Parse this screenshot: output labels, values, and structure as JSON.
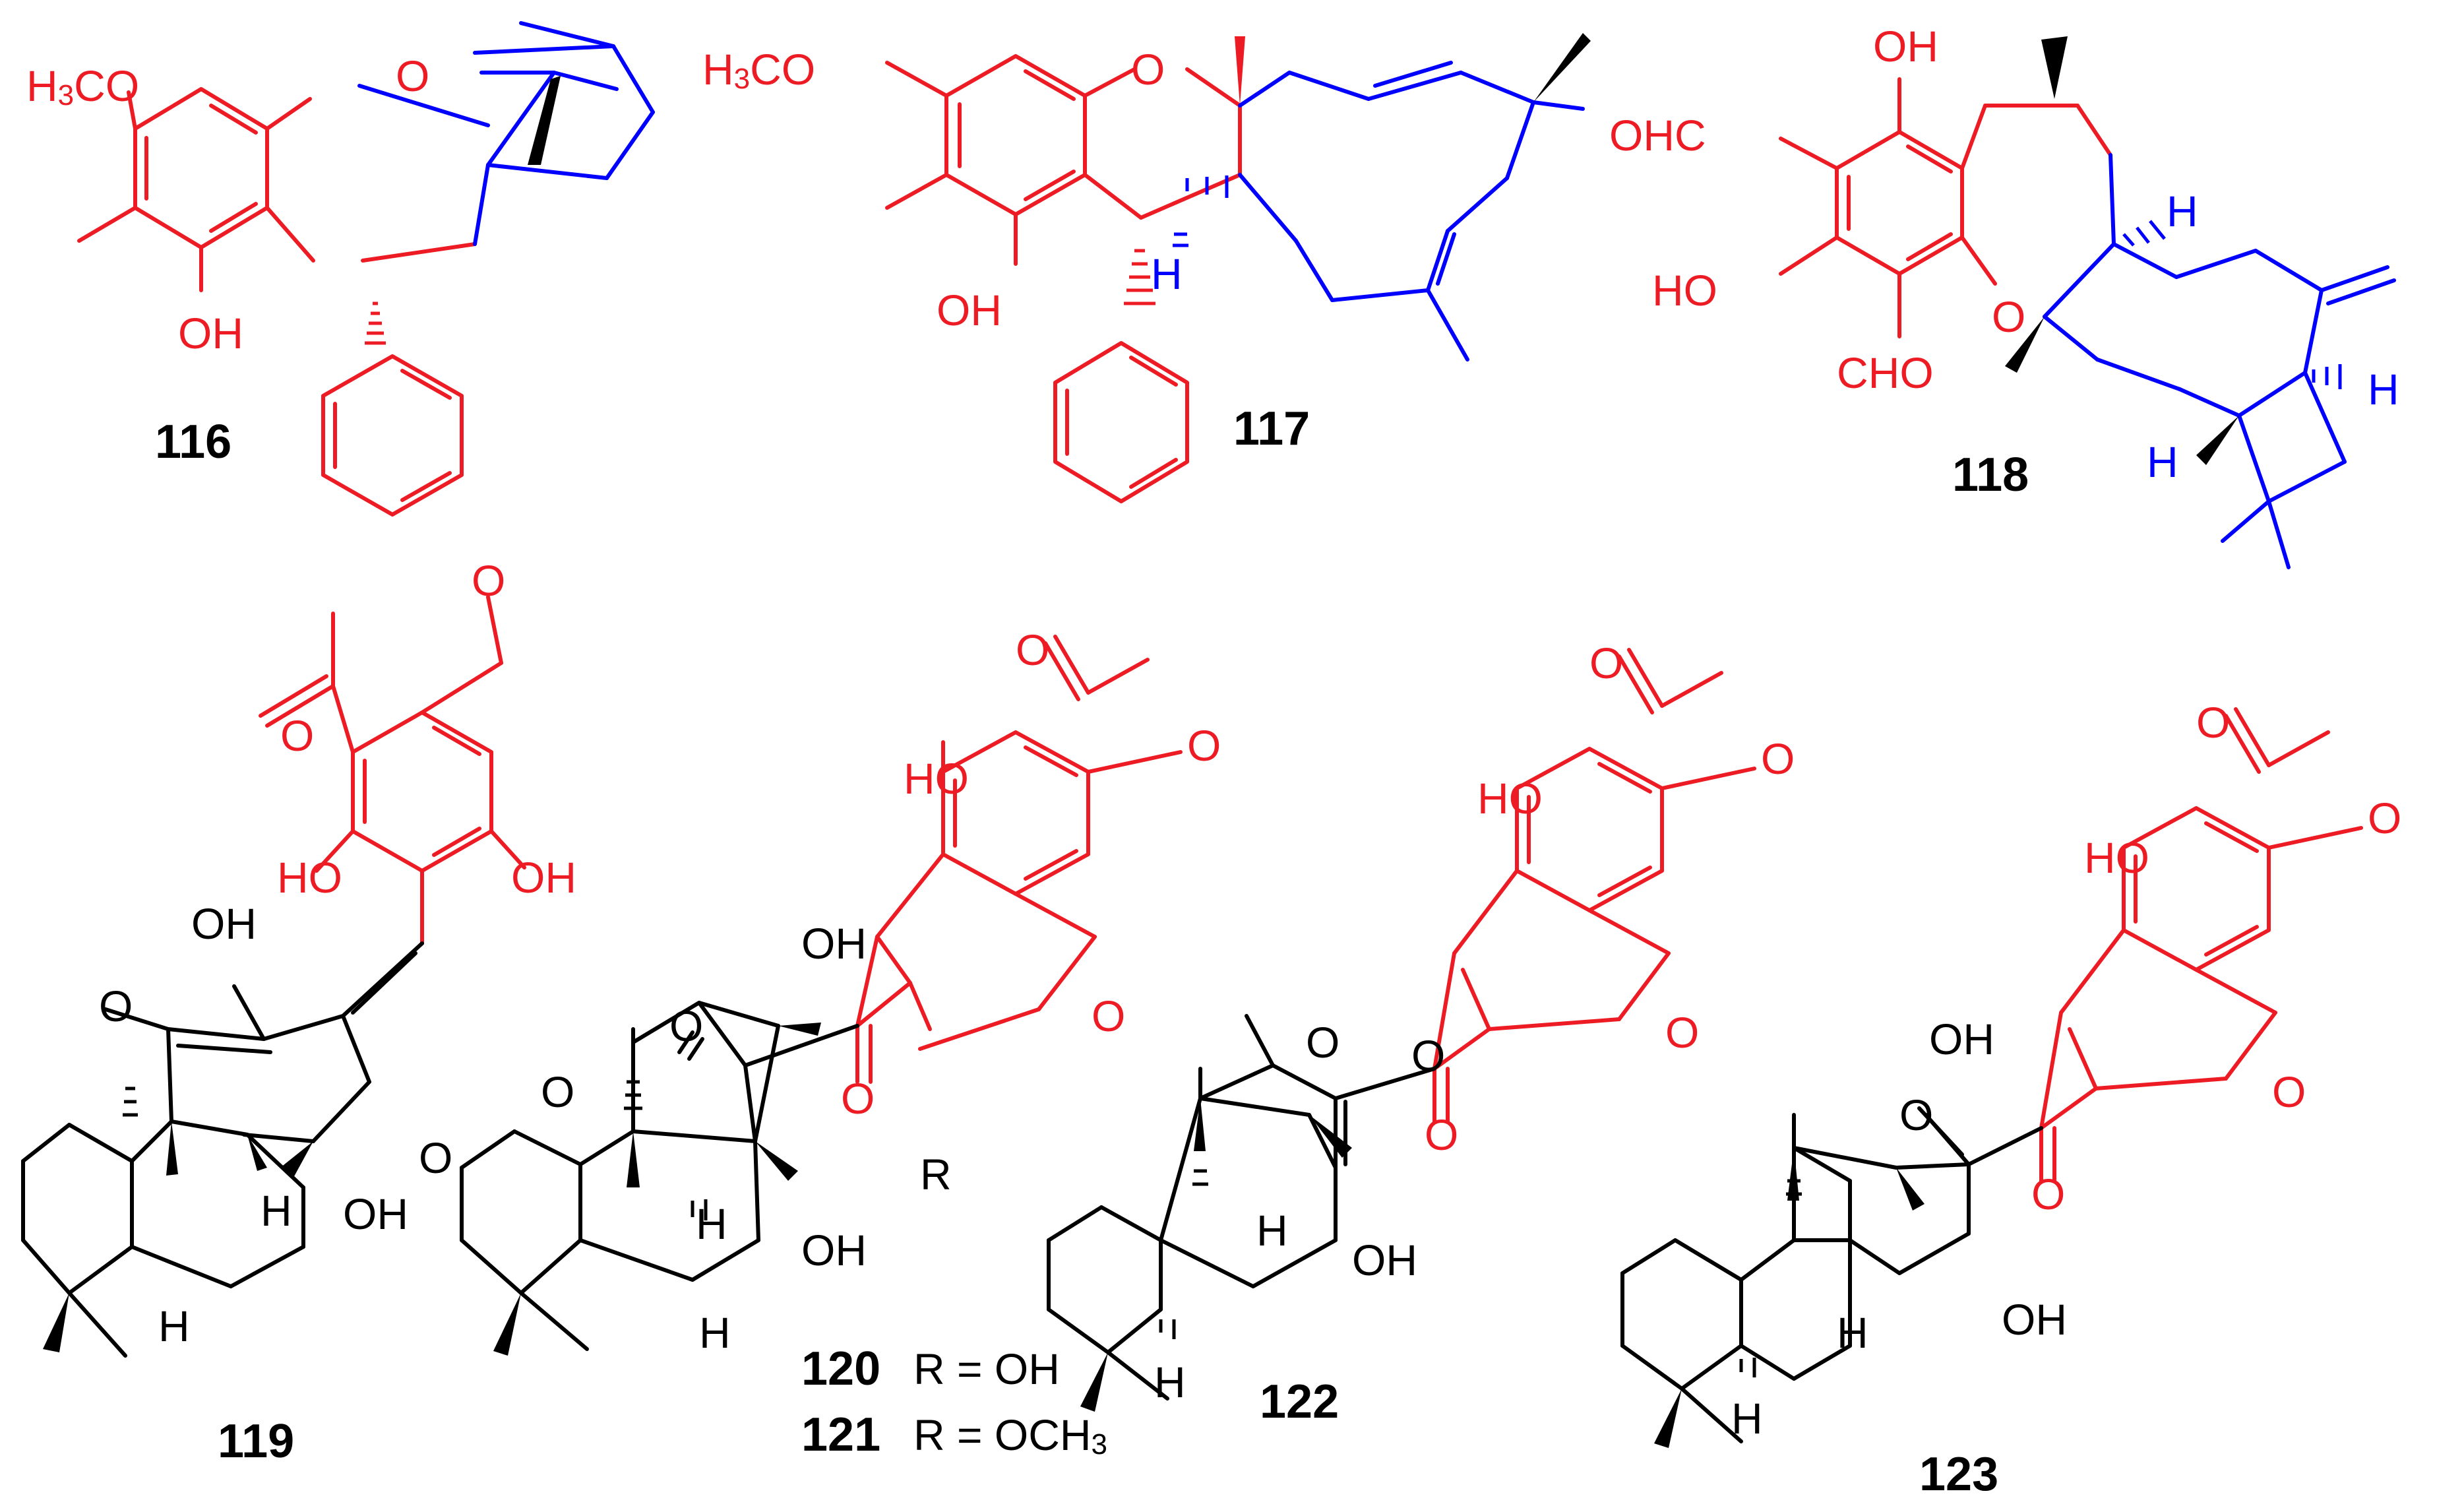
{
  "compounds": {
    "c116": {
      "id": "116"
    },
    "c117": {
      "id": "117"
    },
    "c118": {
      "id": "118"
    },
    "c119": {
      "id": "119"
    },
    "c120": {
      "id": "120",
      "r_def": "R = OH"
    },
    "c121": {
      "id": "121",
      "r_def": "R = OCH",
      "r_def_sub": "3"
    },
    "c122": {
      "id": "122"
    },
    "c123": {
      "id": "123"
    }
  },
  "atoms": {
    "h3co": "H",
    "h3co_sub": "3",
    "h3co_tail": "CO",
    "o": "O",
    "oh": "OH",
    "ho": "HO",
    "h": "H",
    "ohc": "OHC",
    "cho": "CHO",
    "r": "R"
  },
  "colors": {
    "aromatic_core": "#ed1c24",
    "terpenoid_part": "#0000ff",
    "scaffold": "#000000"
  }
}
